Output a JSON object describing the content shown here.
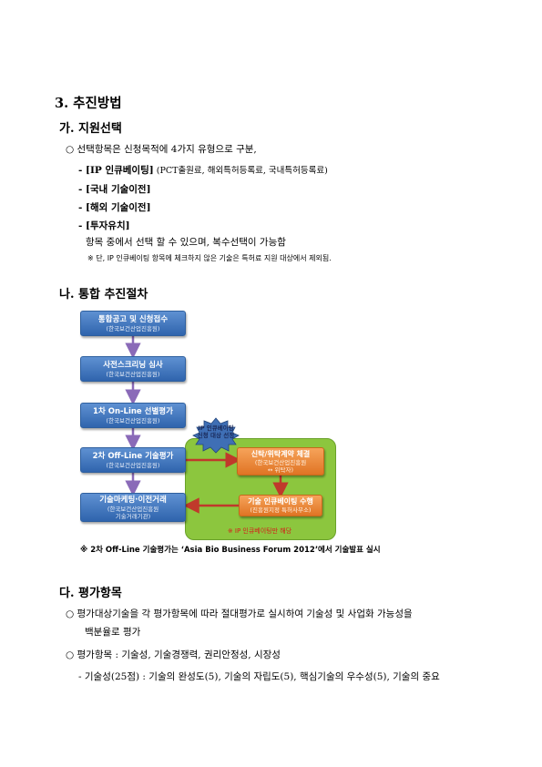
{
  "section3": {
    "title": "3. 추진방법",
    "a": {
      "title": "가. 지원선택",
      "bullet": "○ 선택항목은 신청목적에 4가지 유형으로 구분,",
      "items": [
        {
          "bold": "- [IP 인큐베이팅]",
          "rest": " (PCT출원료, 해외특허등록료, 국내특허등록료)"
        },
        {
          "bold": "- [국내 기술이전]",
          "rest": ""
        },
        {
          "bold": "- [해외 기술이전]",
          "rest": ""
        },
        {
          "bold": "- [투자유치]",
          "rest": ""
        }
      ],
      "line": "항목 중에서 선택 할 수 있으며, 복수선택이 가능함",
      "note": "※ 단, IP 인큐베이팅 항목에 체크하지 않은 기술은 특허료 지원 대상에서 제외됨."
    },
    "b": {
      "title": "나. 통합 추진절차",
      "steps": [
        {
          "title": "통합공고 및 신청접수",
          "sub": "(한국보건산업진흥원)"
        },
        {
          "title": "사전스크리닝 심사",
          "sub": "(한국보건산업진흥원)"
        },
        {
          "title": "1차 On-Line 선별평가",
          "sub": "(한국보건산업진흥원)"
        },
        {
          "title": "2차 Off-Line 기술평가",
          "sub": "(한국보건산업진흥원)"
        },
        {
          "title": "기술마케팅·이전거래",
          "sub1": "(한국보건산업진흥원",
          "sub2": "기술거래기관)"
        }
      ],
      "contract": {
        "title": "신탁/위탁계약 체결",
        "sub1": "(한국보건산업진흥원",
        "sub2": "↔ 위탁자)"
      },
      "incubating": {
        "title": "기술 인큐베이팅 수행",
        "sub": "(진흥원지정 특허사무소)"
      },
      "star_line1": "IP 인큐베이팅",
      "star_line2": "신청 대상 선정",
      "green_note": "※ IP 인큐베이팅만 해당",
      "footnote_prefix": "※ 2차 Off-Line 기술평가는 ",
      "footnote_quote": "‘Asia Bio Business Forum 2012’",
      "footnote_suffix": "에서 기술발표 실시"
    },
    "c": {
      "title": "다. 평가항목",
      "bullet1_line1": "○ 평가대상기술을 각 평가항목에 따라 절대평가로 실시하여 기술성 및 사업화 가능성을",
      "bullet1_line2": "백분율로 평가",
      "bullet2": "○ 평가항목 : 기술성, 기술경쟁력, 권리안정성, 시장성",
      "sub": "- 기술성(25점) : 기술의 완성도(5), 기술의 자립도(5), 핵심기술의 우수성(5), 기술의 중요"
    }
  },
  "colors": {
    "blue_box": "#3a70b8",
    "orange_box": "#ec8a3a",
    "green_panel": "#8cc63e",
    "arrow_purple": "#8a6ab8",
    "arrow_red": "#c0392b",
    "note_red": "#d61a1a"
  }
}
